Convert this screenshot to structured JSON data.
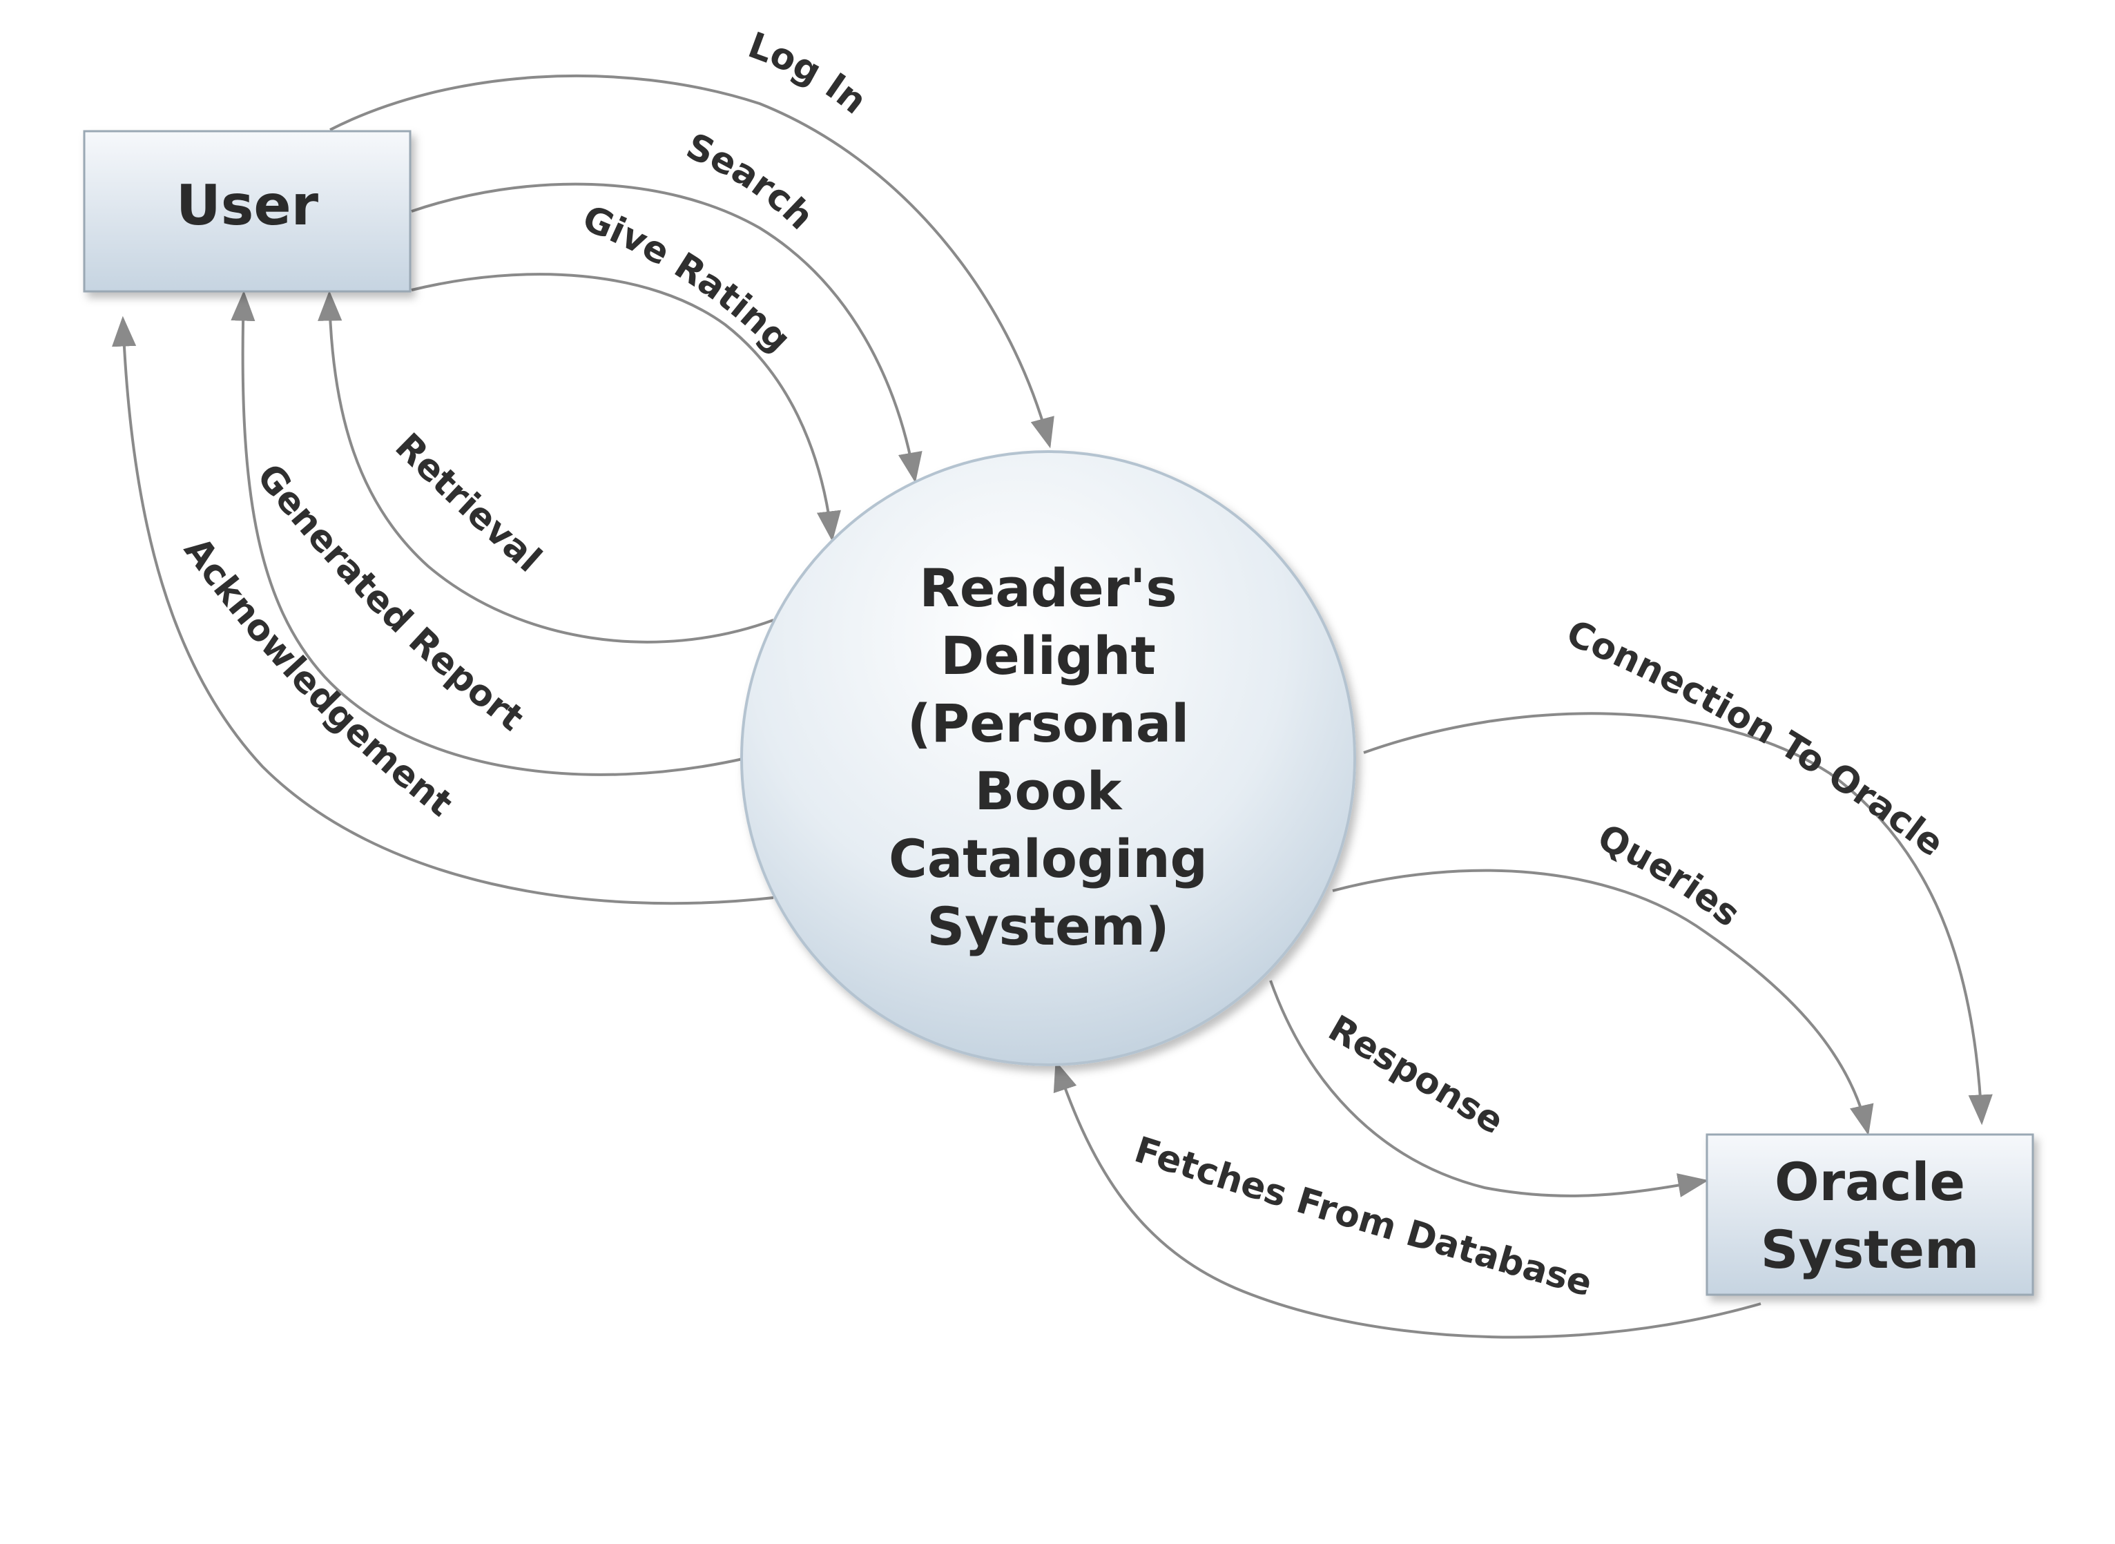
{
  "entities": {
    "user": {
      "label": "User"
    },
    "process": {
      "lines": [
        "Reader's",
        "Delight",
        "(Personal",
        "Book",
        "Cataloging",
        "System)"
      ]
    },
    "oracle": {
      "lines": [
        "Oracle",
        "System"
      ]
    }
  },
  "flows": {
    "log_in": "Log In",
    "search": "Search",
    "give_rating": "Give Rating",
    "retrieval": "Retrieval",
    "generated_report": "Generated Report",
    "acknowledgement": "Acknowledgement",
    "connection_to_oracle": "Connection To Oracle",
    "queries": "Queries",
    "response": "Response",
    "fetches_from_database": "Fetches From Database"
  },
  "colors": {
    "line": "#8a8a8a",
    "box_top": "#f4f7fa",
    "box_bottom": "#c9d6e2",
    "box_border": "#9aa8b4",
    "text": "#2b2b2b"
  }
}
